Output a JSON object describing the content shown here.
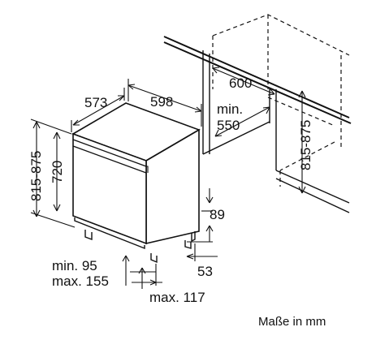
{
  "dimensions": {
    "width": "598",
    "depth": "573",
    "height_range": "815-875",
    "appliance_height": "720",
    "niche_width": "600",
    "niche_depth_label": "min.",
    "niche_depth_value": "550",
    "niche_height_range": "815-875",
    "plinth_height": "89",
    "foot_offset": "53",
    "plinth_min": "min. 95",
    "plinth_max": "max. 155",
    "plinth_depth_max": "max. 117"
  },
  "unit_note": "Maße in mm"
}
